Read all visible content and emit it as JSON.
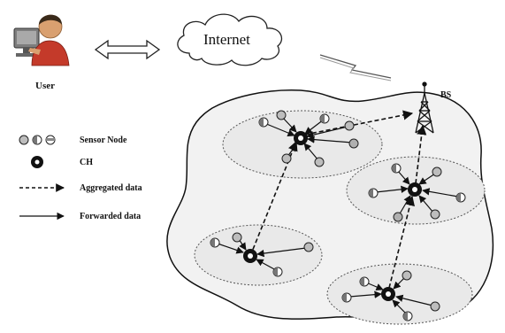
{
  "title": "",
  "labels": {
    "user": "User",
    "internet": "Internet",
    "bs": "BS"
  },
  "legend": {
    "sensor_node": "Sensor Node",
    "ch": "CH",
    "aggregated": "Aggregated data",
    "forwarded": "Forwarded data"
  },
  "icons": [
    "user-computer-icon",
    "double-arrow-icon",
    "cloud-icon",
    "lightning-link-icon",
    "tower-icon"
  ],
  "colors": {
    "field_fill": "#f2f2f2",
    "cluster_fill": "#ececec",
    "node_gray": "#b5b5b5",
    "ch_fill": "#111111",
    "user_skin": "#d9a070",
    "user_shirt": "#c43a2a"
  }
}
